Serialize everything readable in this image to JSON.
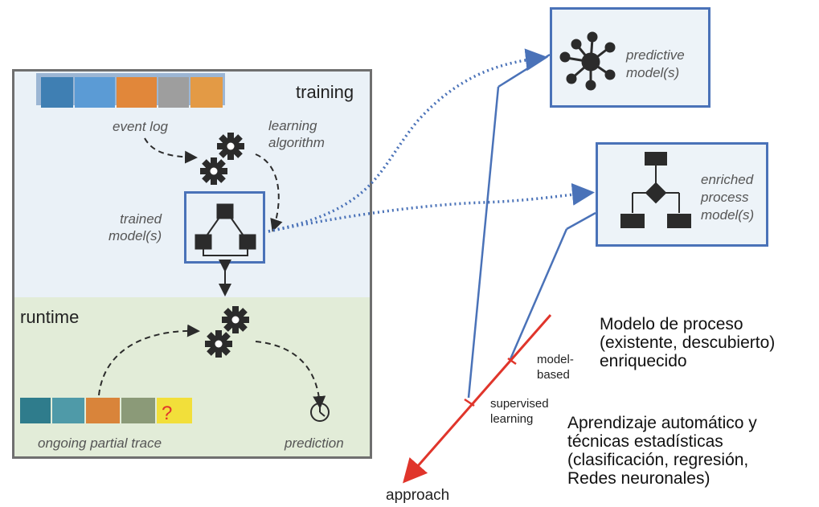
{
  "panel": {
    "training_label": "training",
    "runtime_label": "runtime",
    "event_log_label": "event log",
    "learning_algorithm_label": "learning\nalgorithm",
    "trained_models_label": "trained\nmodel(s)",
    "ongoing_trace_label": "ongoing partial trace",
    "prediction_label": "prediction"
  },
  "outputs": {
    "predictive_models_label": "predictive\nmodel(s)",
    "enriched_process_models_label": "enriched\nprocess\nmodel(s)"
  },
  "axis": {
    "model_based_label": "model-\nbased",
    "supervised_learning_label": "supervised\nlearning",
    "approach_label": "approach"
  },
  "notes": {
    "process_model_note": "Modelo de proceso\n(existente, descubierto)\nenriquecido",
    "ml_note": "Aprendizaje automático y\ntécnicas estadísticas\n(clasificación, regresión,\nRedes neuronales)"
  },
  "colors": {
    "accent_blue": "#4a72b8",
    "axis_red": "#e0352b",
    "gear_dark": "#2b2b2b",
    "training_bg": "#eaf1f7",
    "runtime_bg": "#e2ecd8"
  }
}
